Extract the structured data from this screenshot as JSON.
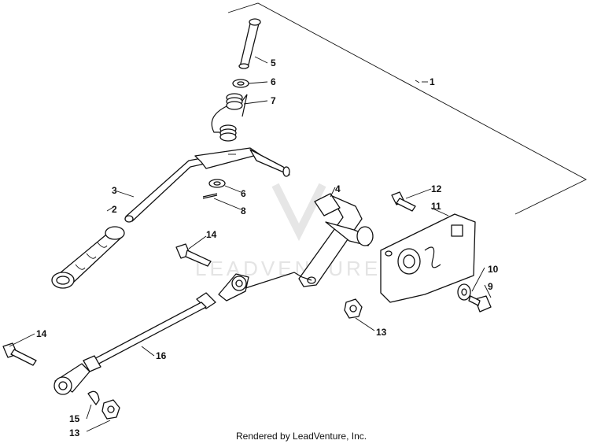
{
  "callouts": [
    "1",
    "2",
    "3",
    "4",
    "5",
    "6",
    "6",
    "7",
    "8",
    "9",
    "10",
    "11",
    "12",
    "13",
    "13",
    "14",
    "14",
    "15",
    "16"
  ],
  "footer": "Rendered by LeadVenture, Inc.",
  "watermark": "LEADVENTURE"
}
